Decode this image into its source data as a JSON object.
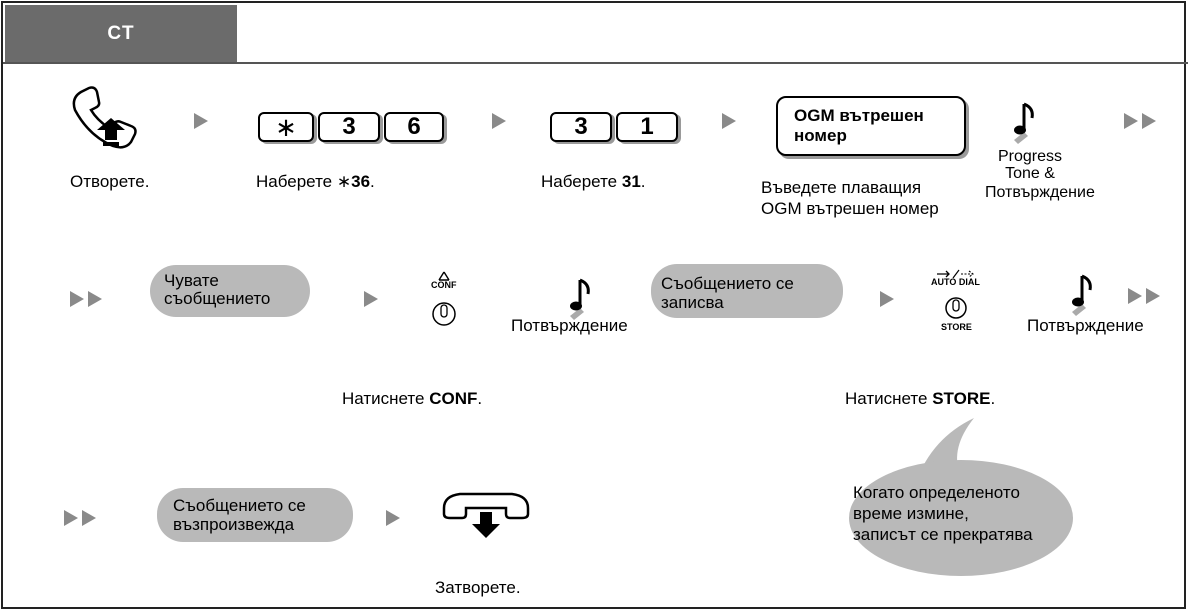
{
  "header": {
    "tab_label": "CT"
  },
  "row1": {
    "step_off_hook": "Отворете.",
    "step_dial_star36_prefix": "Наберете ",
    "step_dial_star36_star": "∗",
    "step_dial_star36_bold": "36",
    "step_dial_star36_suffix": ".",
    "keys_a": [
      "∗",
      "3",
      "6"
    ],
    "keys_b": [
      "3",
      "1"
    ],
    "step_dial31_prefix": "Наберете ",
    "step_dial31_bold": "31",
    "step_dial31_suffix": ".",
    "ogm_box_line1": "OGM вътрешен",
    "ogm_box_line2": "номер",
    "ogm_caption_line1": "Въведете плаващия",
    "ogm_caption_line2": "OGM вътрешен номер",
    "tone_line1": "Progress",
    "tone_line2": "Tone &",
    "tone_line3": "Потвърждение"
  },
  "row2": {
    "hear_msg_line1": "Чувате",
    "hear_msg_line2": "съобщението",
    "conf_key_label": "CONF",
    "confirm_tone_1": "Потвърждение",
    "recording_line1": "Съобщението се",
    "recording_line2": "записва",
    "auto_dial_label": "AUTO DIAL",
    "store_label": "STORE",
    "confirm_tone_2": "Потвърждение",
    "press_conf_prefix": "Натиснете ",
    "press_conf_bold": "CONF",
    "press_conf_suffix": ".",
    "press_store_prefix": "Натиснете ",
    "press_store_bold": "STORE",
    "press_store_suffix": "."
  },
  "row3": {
    "playback_line1": "Съобщението се",
    "playback_line2": "възпроизвежда",
    "on_hook": "Затворете.",
    "bubble_line1": "Когато определеното",
    "bubble_line2": "време  измине,",
    "bubble_line3": "записът се прекратява"
  }
}
